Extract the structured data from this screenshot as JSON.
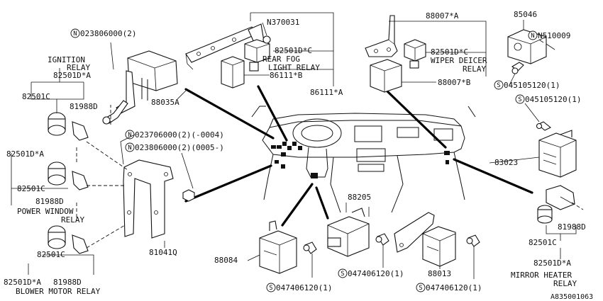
{
  "labels": {
    "n370031": "N370031",
    "p82501d_c_fog": "82501D*C",
    "rear_fog_1": "REAR FOG",
    "rear_fog_2": "LIGHT RELAY",
    "p86111_b": "86111*B",
    "p86111_a": "86111*A",
    "p88007_a": "88007*A",
    "p82501d_c_wiper": "82501D*C",
    "wiper_1": "WIPER DEICER",
    "wiper_2": "RELAY",
    "p88007_b": "88007*B",
    "p85046": "85046",
    "n510009": "N510009",
    "s045105120_a": "045105120(1)",
    "s045105120_b": "045105120(1)",
    "n023806000_top": "023806000(2)",
    "ignition_1": "IGNITION",
    "ignition_2": "RELAY",
    "p82501d_a_ign": "82501D*A",
    "p82501c_1": "82501C",
    "p81988d_1": "81988D",
    "p88035a": "88035A",
    "n023706000": "023706000(2)(-0004)",
    "n023806000_mid": "023806000(2)(0005-)",
    "p82501d_a_pw": "82501D*A",
    "p82501c_2": "82501C",
    "p81988d_2": "81988D",
    "pw_1": "POWER WINDOW",
    "pw_2": "RELAY",
    "p81041q": "81041Q",
    "p82501c_3": "82501C",
    "p82501d_a_bl": "82501D*A",
    "p81988d_3": "81988D",
    "blower": "BLOWER MOTOR RELAY",
    "p88205": "88205",
    "p88084": "88084",
    "s047406120_a": "047406120(1)",
    "s047406120_b": "047406120(1)",
    "p88013": "88013",
    "s047406120_c": "047406120(1)",
    "p83023": "83023",
    "p81988d_4": "81988D",
    "p82501c_4": "82501C",
    "p82501d_a_mir": "82501D*A",
    "mirror_1": "MIRROR HEATER",
    "mirror_2": "RELAY",
    "code": "A835001063"
  },
  "symbols": {
    "n": "N",
    "s": "S"
  }
}
